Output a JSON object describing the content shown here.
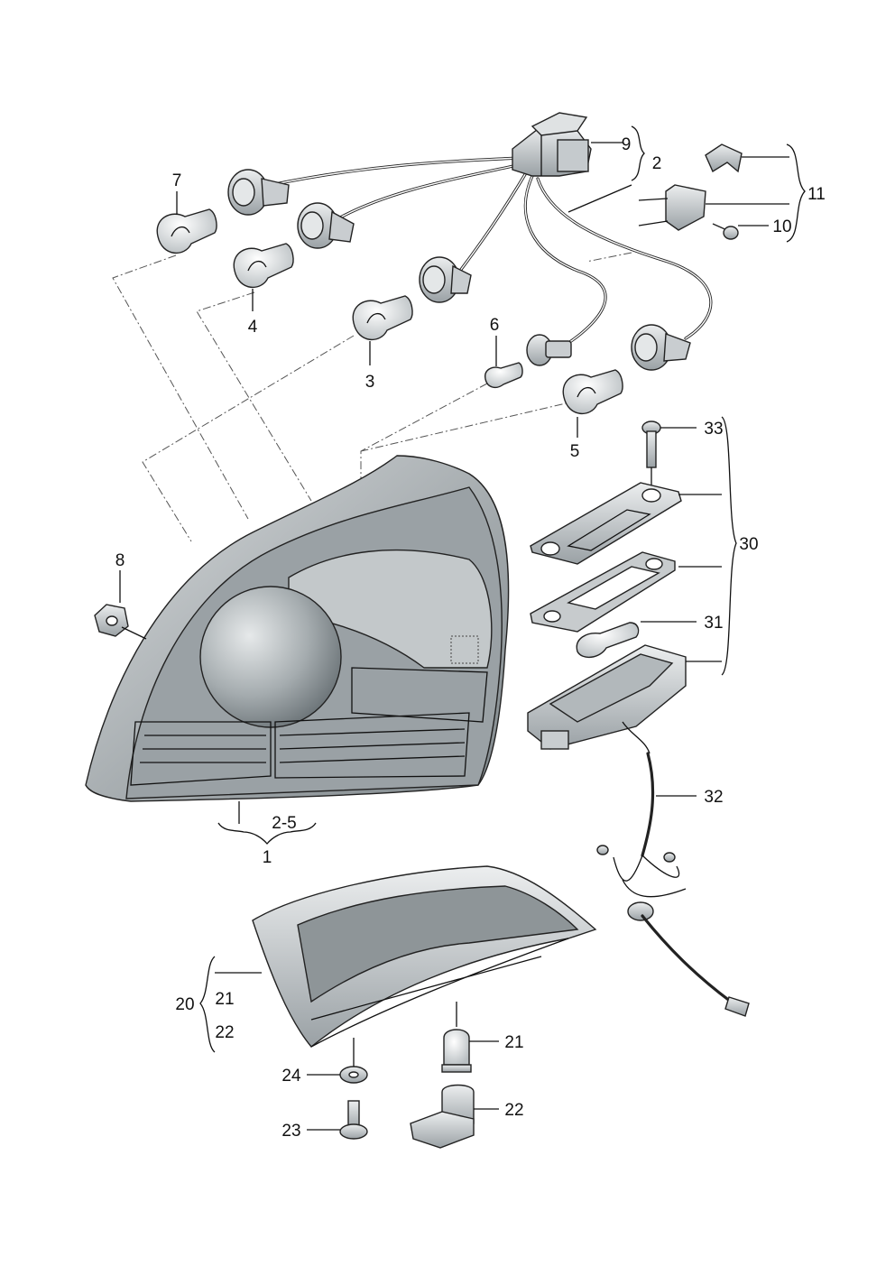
{
  "callouts": {
    "c1": "1",
    "c2_5": "2-5",
    "c2": "2",
    "c3": "3",
    "c4": "4",
    "c5": "5",
    "c6": "6",
    "c7": "7",
    "c8": "8",
    "c9": "9",
    "c10": "10",
    "c11": "11",
    "c20": "20",
    "c20_21": "21",
    "c20_22": "22",
    "c21": "21",
    "c22": "22",
    "c23": "23",
    "c24": "24",
    "c30": "30",
    "c31": "31",
    "c32": "32",
    "c33": "33"
  },
  "colors": {
    "lens_dark": "#8c9498",
    "lens_mid": "#b7bcbf",
    "lens_light": "#dfe2e3",
    "metal": "#c9cdd0",
    "line": "#111111"
  }
}
